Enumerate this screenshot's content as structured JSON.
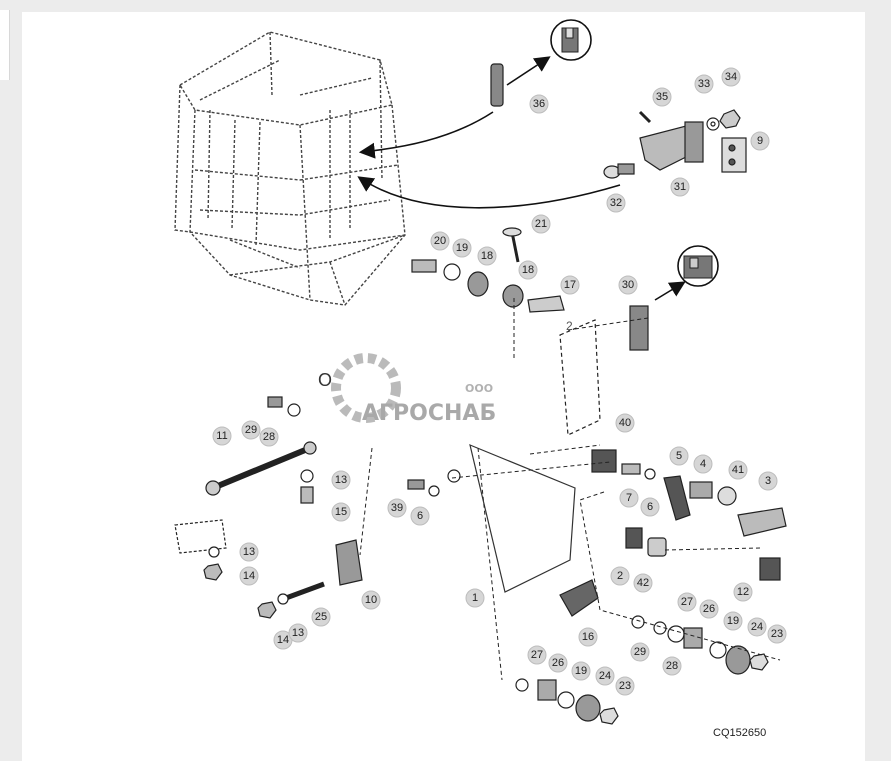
{
  "diagram": {
    "drawing_code": "CQ152650",
    "watermark": {
      "prefix": "ООО",
      "name": "АГРОСНАБ"
    },
    "stray_marks": {
      "letter_o": "О",
      "digit_2": "2"
    },
    "callouts": [
      {
        "label": "36"
      },
      {
        "label": "35"
      },
      {
        "label": "33"
      },
      {
        "label": "34"
      },
      {
        "label": "9"
      },
      {
        "label": "31"
      },
      {
        "label": "32"
      },
      {
        "label": "21"
      },
      {
        "label": "20"
      },
      {
        "label": "19"
      },
      {
        "label": "18"
      },
      {
        "label": "18"
      },
      {
        "label": "17"
      },
      {
        "label": "30"
      },
      {
        "label": "40"
      },
      {
        "label": "29"
      },
      {
        "label": "28"
      },
      {
        "label": "11"
      },
      {
        "label": "13"
      },
      {
        "label": "15"
      },
      {
        "label": "39"
      },
      {
        "label": "6"
      },
      {
        "label": "7"
      },
      {
        "label": "6"
      },
      {
        "label": "5"
      },
      {
        "label": "4"
      },
      {
        "label": "41"
      },
      {
        "label": "3"
      },
      {
        "label": "13"
      },
      {
        "label": "14"
      },
      {
        "label": "2"
      },
      {
        "label": "42"
      },
      {
        "label": "12"
      },
      {
        "label": "10"
      },
      {
        "label": "25"
      },
      {
        "label": "14"
      },
      {
        "label": "13"
      },
      {
        "label": "1"
      },
      {
        "label": "16"
      },
      {
        "label": "29"
      },
      {
        "label": "28"
      },
      {
        "label": "27"
      },
      {
        "label": "26"
      },
      {
        "label": "19"
      },
      {
        "label": "24"
      },
      {
        "label": "23"
      },
      {
        "label": "27"
      },
      {
        "label": "26"
      },
      {
        "label": "19"
      },
      {
        "label": "24"
      },
      {
        "label": "23"
      }
    ]
  }
}
